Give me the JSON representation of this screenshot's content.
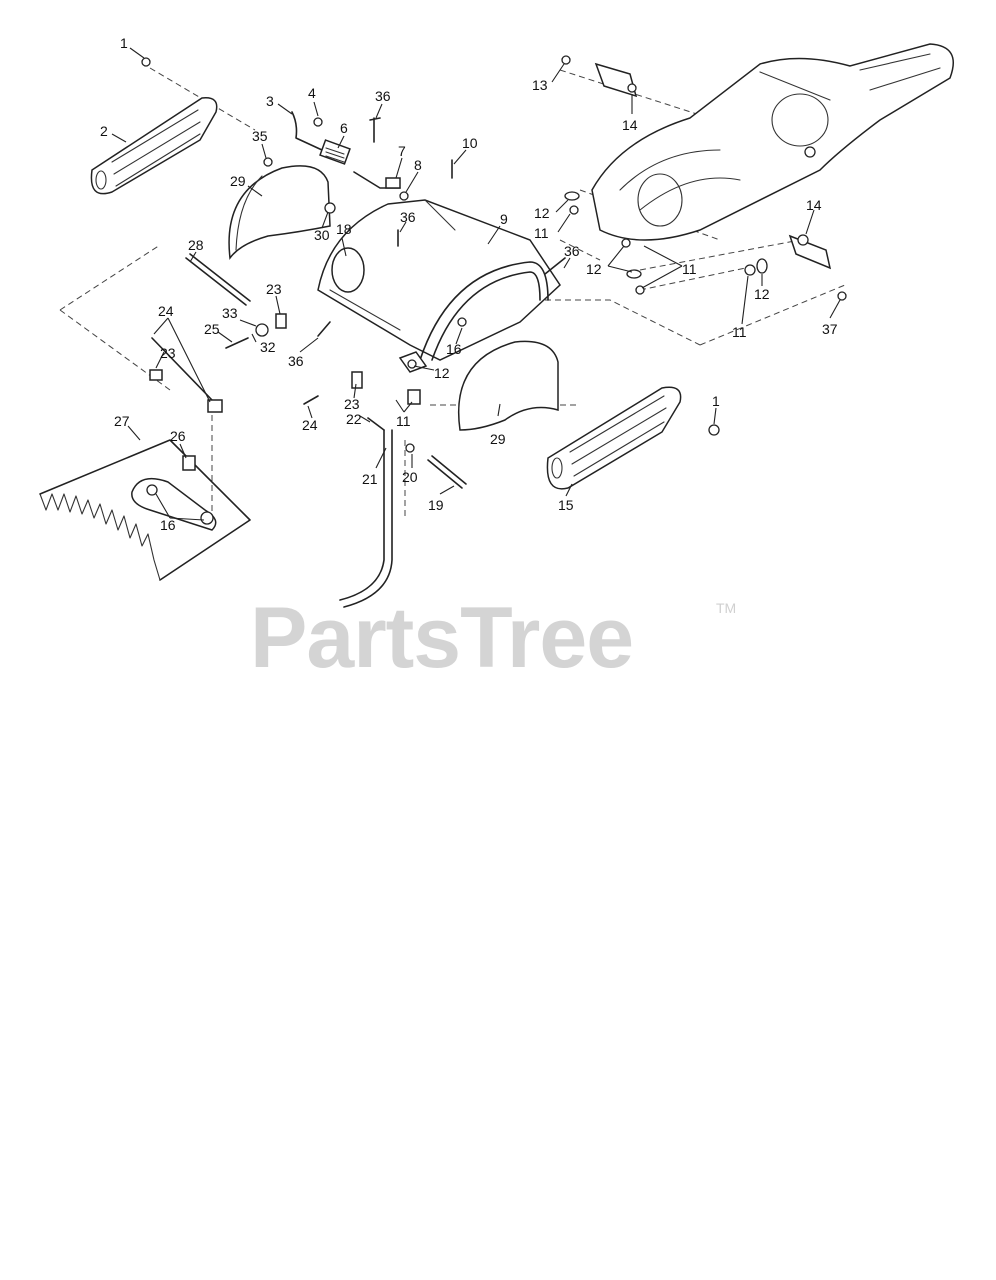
{
  "diagram": {
    "callouts": [
      "1",
      "2",
      "3",
      "4",
      "35",
      "36",
      "6",
      "7",
      "8",
      "10",
      "29",
      "30",
      "18",
      "36",
      "9",
      "28",
      "23",
      "33",
      "32",
      "25",
      "24",
      "23",
      "36",
      "12",
      "16",
      "23",
      "24",
      "11",
      "22",
      "21",
      "20",
      "19",
      "29",
      "27",
      "26",
      "16",
      "13",
      "14",
      "12",
      "11",
      "12",
      "11",
      "14",
      "11",
      "12",
      "37",
      "1",
      "15",
      "36"
    ]
  },
  "watermark": {
    "brand": "PartsTree",
    "trademark": "TM",
    "color": "#d4d4d4"
  }
}
